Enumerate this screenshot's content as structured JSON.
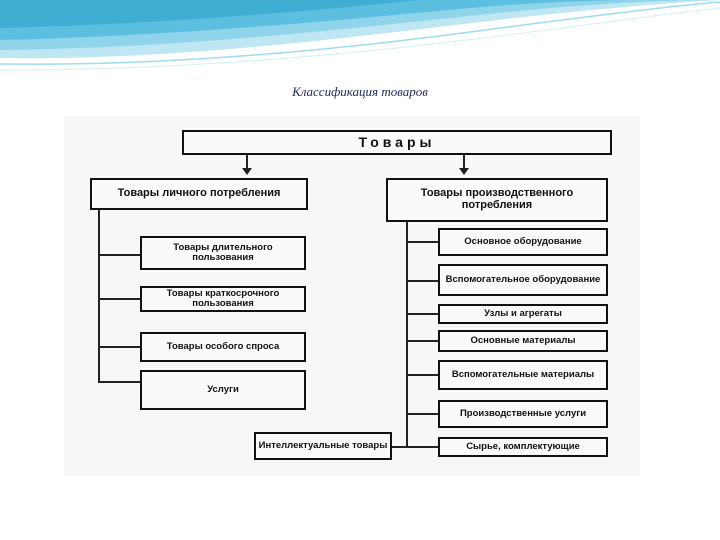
{
  "slide": {
    "title": "Классификация товаров"
  },
  "diagram": {
    "root": "Товары",
    "left_head": "Товары личного потребления",
    "right_head": "Товары производственного потребления",
    "left_items": [
      "Товары длительного пользования",
      "Товары краткосрочного пользования",
      "Товары особого спроса",
      "Услуги"
    ],
    "right_items": [
      "Основное оборудование",
      "Вспомогательное оборудование",
      "Узлы и агрегаты",
      "Основные материалы",
      "Вспомогательные материалы",
      "Производственные услуги",
      "Сырье, комплектующие"
    ],
    "intellectual": "Интеллектуальные товары"
  },
  "colors": {
    "wave_light": "#bfe6f3",
    "wave_mid": "#7ccde6",
    "wave_dark": "#3aa9cf",
    "title": "#1a2a5a"
  }
}
